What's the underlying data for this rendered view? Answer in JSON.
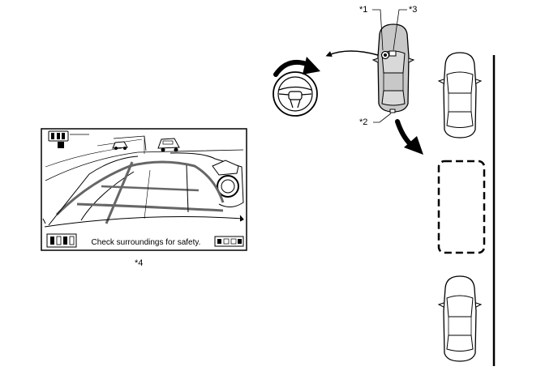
{
  "callouts": {
    "c1": "*1",
    "c2": "*2",
    "c3": "*3",
    "c4": "*4"
  },
  "monitor": {
    "message": "Check surroundings for safety."
  },
  "icons": [
    "steering-wheel-icon",
    "camera-icon",
    "parking-space-icon"
  ],
  "colors": {
    "vehicle_body": "#c8c8c8",
    "line": "#000000",
    "screen_guide": "#666666",
    "background": "#ffffff"
  }
}
